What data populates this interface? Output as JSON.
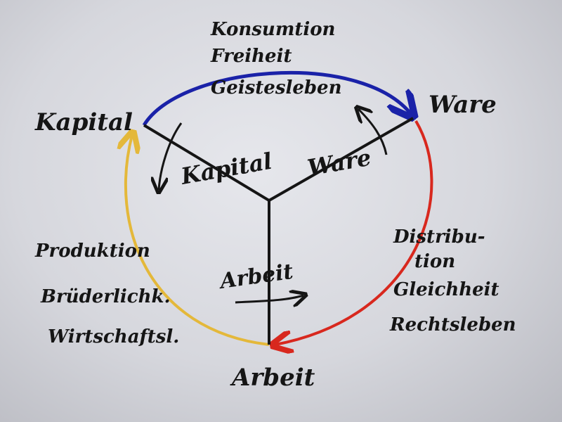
{
  "colors": {
    "consumption_arc": "#1a22a8",
    "distribution_arc": "#d8281e",
    "production_arc": "#e4b83a",
    "ink": "#151515"
  },
  "nodes": {
    "kapital": "Kapital",
    "ware": "Ware",
    "arbeit": "Arbeit"
  },
  "inner_labels": {
    "kapital": "Kapital",
    "ware": "Ware",
    "arbeit": "Arbeit"
  },
  "consumption": {
    "line1": "Konsumtion",
    "line2": "Freiheit",
    "line3": "Geistesleben"
  },
  "distribution": {
    "line1": "Distribu-",
    "line2": "tion",
    "line3": "Gleichheit",
    "line4": "Rechtsleben"
  },
  "production": {
    "line1": "Produktion",
    "line2": "Brüderlichk.",
    "line3": "Wirtschaftsl."
  }
}
